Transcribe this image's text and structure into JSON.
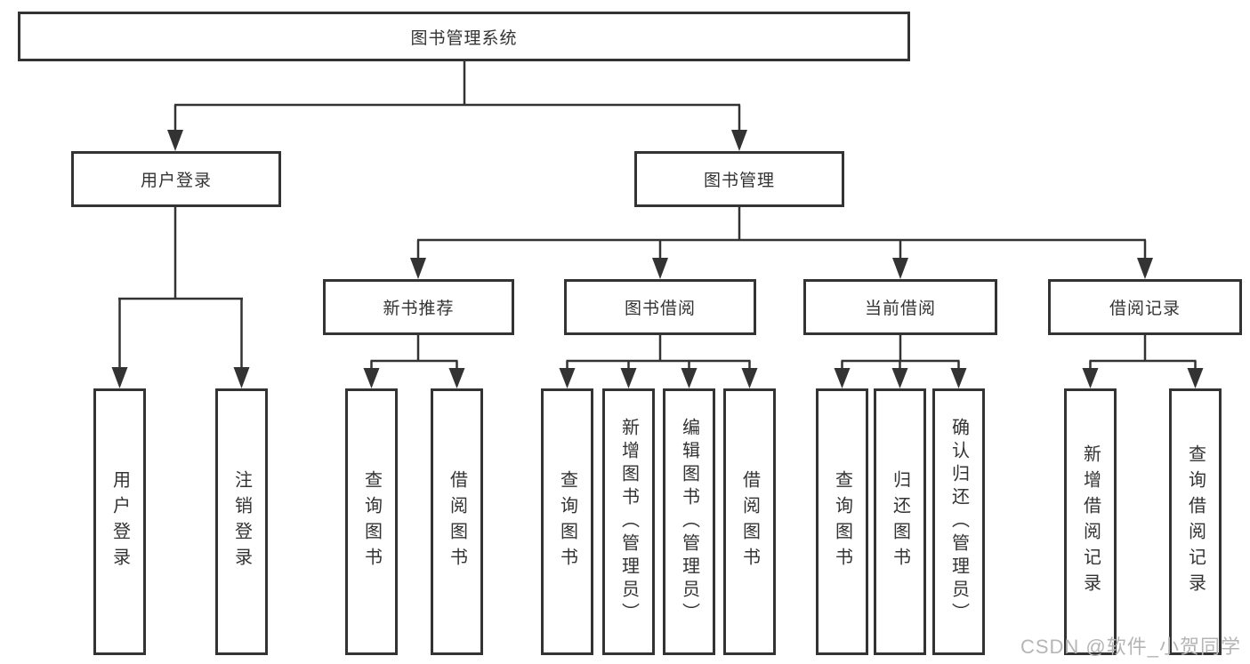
{
  "title": "图书管理系统",
  "level2": {
    "user_login": "用户登录",
    "book_mgmt": "图书管理"
  },
  "level3": {
    "new_book": "新书推荐",
    "book_borrow": "图书借阅",
    "current_borrow": "当前借阅",
    "borrow_record": "借阅记录"
  },
  "leaves": {
    "login": "用户登录",
    "logout": "注销登录",
    "nb_query": "查询图书",
    "nb_borrow": "借阅图书",
    "bw_query": "查询图书",
    "bw_add": "新增图书（管理员）",
    "bw_edit": "编辑图书（管理员）",
    "bw_borrow": "借阅图书",
    "cb_query": "查询图书",
    "cb_return": "归还图书",
    "cb_confirm": "确认归还（管理员）",
    "rc_add": "新增借阅记录",
    "rc_query": "查询借阅记录"
  },
  "watermark": "CSDN @软件_小贺同学",
  "colors": {
    "line": "#333333",
    "box_border": "#333333",
    "text": "#333333",
    "watermark": "#b5b5b5",
    "background": "#ffffff"
  }
}
